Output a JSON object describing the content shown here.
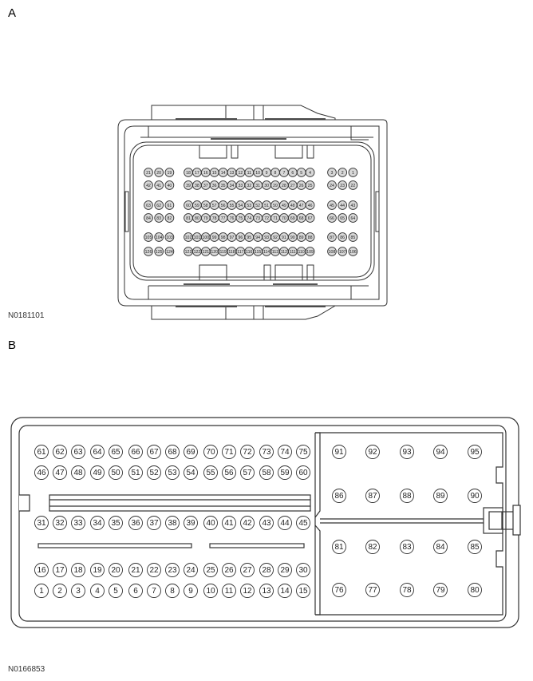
{
  "panels": {
    "a": {
      "label": "A",
      "ref_code": "N0181101",
      "pin_rows": [
        {
          "left": [
            21,
            20,
            19
          ],
          "middle": [
            18,
            17,
            16,
            15,
            14,
            13,
            12,
            11,
            10,
            9,
            8,
            7,
            6,
            5,
            4
          ],
          "right": [
            3,
            2,
            1
          ]
        },
        {
          "left": [
            42,
            41,
            40
          ],
          "middle": [
            39,
            38,
            37,
            36,
            35,
            34,
            33,
            32,
            31,
            30,
            29,
            28,
            27,
            26,
            25
          ],
          "right": [
            24,
            23,
            22
          ]
        },
        {
          "left": [
            63,
            62,
            61
          ],
          "middle": [
            60,
            59,
            58,
            57,
            56,
            55,
            54,
            53,
            52,
            51,
            50,
            49,
            48,
            47,
            46
          ],
          "right": [
            45,
            44,
            43
          ]
        },
        {
          "left": [
            84,
            83,
            82
          ],
          "middle": [
            81,
            80,
            79,
            78,
            77,
            76,
            75,
            74,
            73,
            72,
            71,
            70,
            69,
            68,
            67
          ],
          "right": [
            66,
            65,
            64
          ]
        },
        {
          "left": [
            105,
            104,
            103
          ],
          "middle": [
            102,
            101,
            100,
            99,
            98,
            97,
            96,
            95,
            94,
            93,
            92,
            91,
            90,
            89,
            88
          ],
          "right": [
            87,
            86,
            85
          ]
        },
        {
          "left": [
            126,
            125,
            124
          ],
          "middle": [
            123,
            122,
            121,
            120,
            119,
            118,
            117,
            116,
            115,
            114,
            113,
            112,
            111,
            110,
            109
          ],
          "right": [
            108,
            107,
            106
          ]
        }
      ],
      "total_pins": 126
    },
    "b": {
      "label": "B",
      "ref_code": "N0166853",
      "left_pin_rows": [
        [
          61,
          62,
          63,
          64,
          65,
          66,
          67,
          68,
          69,
          70,
          71,
          72,
          73,
          74,
          75
        ],
        [
          46,
          47,
          48,
          49,
          50,
          51,
          52,
          53,
          54,
          55,
          56,
          57,
          58,
          59,
          60
        ],
        [
          31,
          32,
          33,
          34,
          35,
          36,
          37,
          38,
          39,
          40,
          41,
          42,
          43,
          44,
          45
        ],
        [
          16,
          17,
          18,
          19,
          20,
          21,
          22,
          23,
          24,
          25,
          26,
          27,
          28,
          29,
          30
        ],
        [
          1,
          2,
          3,
          4,
          5,
          6,
          7,
          8,
          9,
          10,
          11,
          12,
          13,
          14,
          15
        ]
      ],
      "right_pin_rows": [
        [
          91,
          92,
          93,
          94,
          95
        ],
        [
          86,
          87,
          88,
          89,
          90
        ],
        [
          81,
          82,
          83,
          84,
          85
        ],
        [
          76,
          77,
          78,
          79,
          80
        ]
      ],
      "total_pins": 95
    }
  },
  "colors": {
    "line": "#333333",
    "dark_strip": "#555555",
    "pin_fill_a": "#d8d8d8",
    "background": "#ffffff"
  }
}
